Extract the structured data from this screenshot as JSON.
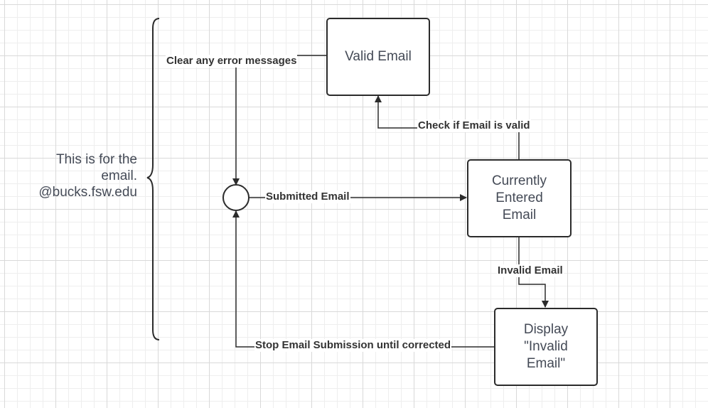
{
  "diagram": {
    "nodes": {
      "valid_email": "Valid Email",
      "current_email": "Currently\nEntered\nEmail",
      "display_invalid": "Display\n\"Invalid\nEmail\""
    },
    "edges": {
      "clear_errors": "Clear any error messages",
      "check_valid": "Check if Email is valid",
      "submitted": "Submitted Email",
      "invalid": "Invalid Email",
      "stop_submission": "Stop Email Submission until corrected"
    },
    "note": {
      "line1": "This is for the",
      "line2": "email.",
      "line3": "@bucks.fsw.edu"
    }
  },
  "colors": {
    "stroke": "#2b2b2b",
    "node_text": "#444a56",
    "label_text": "#333333"
  }
}
